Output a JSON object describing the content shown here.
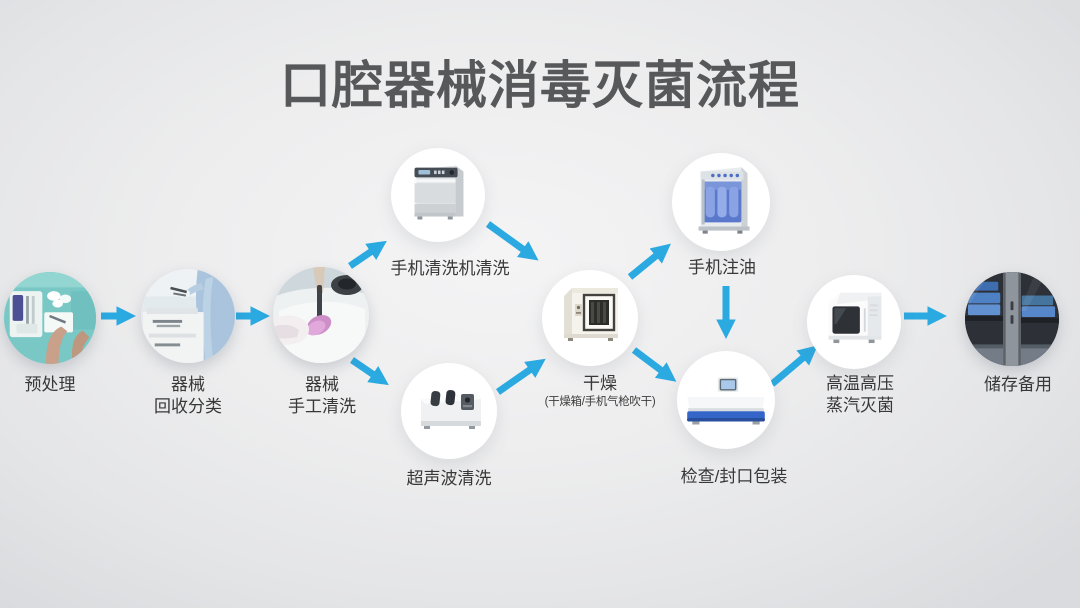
{
  "title": "口腔器械消毒灭菌流程",
  "flow": {
    "nodes": [
      {
        "id": "pretreatment",
        "lines": [
          "预处理"
        ],
        "sublabel": "",
        "kind": "photo",
        "image": "instrument-tray-photo"
      },
      {
        "id": "recycle-sort",
        "lines": [
          "器械",
          "回收分类"
        ],
        "sublabel": "",
        "kind": "photo",
        "image": "instrument-collection-photo"
      },
      {
        "id": "manual-wash",
        "lines": [
          "器械",
          "手工清洗"
        ],
        "sublabel": "",
        "kind": "photo",
        "image": "hand-washing-photo"
      },
      {
        "id": "handpiece-washer",
        "lines": [
          "手机清洗机清洗"
        ],
        "sublabel": "",
        "kind": "machine",
        "image": "handpiece-washer-machine"
      },
      {
        "id": "ultrasonic",
        "lines": [
          "超声波清洗"
        ],
        "sublabel": "",
        "kind": "machine",
        "image": "ultrasonic-cleaner-machine"
      },
      {
        "id": "drying",
        "lines": [
          "干燥"
        ],
        "sublabel": "(干燥箱/手机气枪吹干)",
        "kind": "machine",
        "image": "drying-oven-machine"
      },
      {
        "id": "oiling",
        "lines": [
          "手机注油"
        ],
        "sublabel": "",
        "kind": "machine",
        "image": "handpiece-oiler-machine"
      },
      {
        "id": "seal-pack",
        "lines": [
          "检查/封口包装"
        ],
        "sublabel": "",
        "kind": "machine",
        "image": "sealing-machine"
      },
      {
        "id": "autoclave",
        "lines": [
          "高温高压",
          "蒸汽灭菌"
        ],
        "sublabel": "",
        "kind": "machine",
        "image": "steam-sterilizer-machine"
      },
      {
        "id": "storage",
        "lines": [
          "储存备用"
        ],
        "sublabel": "",
        "kind": "photo",
        "image": "storage-cabinet-photo"
      }
    ],
    "edges": [
      {
        "from": "pretreatment",
        "to": "recycle-sort"
      },
      {
        "from": "recycle-sort",
        "to": "manual-wash"
      },
      {
        "from": "manual-wash",
        "to": "handpiece-washer"
      },
      {
        "from": "manual-wash",
        "to": "ultrasonic"
      },
      {
        "from": "handpiece-washer",
        "to": "drying"
      },
      {
        "from": "ultrasonic",
        "to": "drying"
      },
      {
        "from": "drying",
        "to": "oiling"
      },
      {
        "from": "oiling",
        "to": "seal-pack"
      },
      {
        "from": "drying",
        "to": "seal-pack"
      },
      {
        "from": "seal-pack",
        "to": "autoclave"
      },
      {
        "from": "autoclave",
        "to": "storage"
      }
    ]
  },
  "colors": {
    "arrow": "#2BA9E1",
    "title_text": "#57585A",
    "label_text": "#383838",
    "background_center": "#F4F4F5",
    "background_edge": "#DADBDE",
    "machine_circle": "#FFFFFF",
    "sealer_bar_blue": "#3465C8",
    "oiler_panel_blue": "#5B79CC",
    "storage_pack_blue": "#4E80C4"
  }
}
